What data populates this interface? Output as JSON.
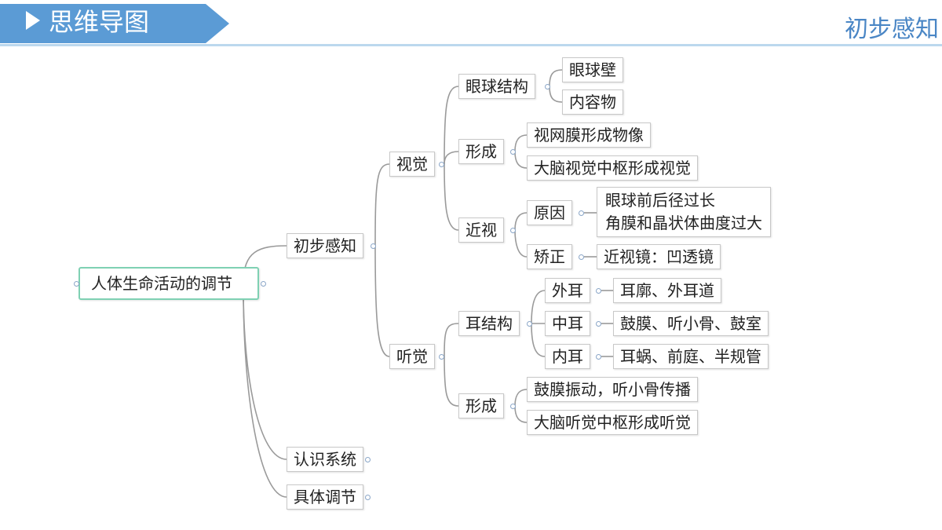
{
  "header": {
    "title": "思维导图",
    "subtitle": "初步感知"
  },
  "colors": {
    "banner": "#5b9bd5",
    "accent_line": "#bcd8ee",
    "root_border": "#7fd1b3",
    "connector": "#9a9a9a"
  },
  "mindmap": {
    "root": "人体生命活动的调节",
    "l1_chubu": "初步感知",
    "l1_renshi": "认识系统",
    "l1_juti": "具体调节",
    "shijue": "视觉",
    "tingjue": "听觉",
    "yanqiu_jiegou": "眼球结构",
    "yanqiubi": "眼球壁",
    "neirongwu": "内容物",
    "xingcheng_v": "形成",
    "shiwangmo": "视网膜形成物像",
    "danao_shijue": "大脑视觉中枢形成视觉",
    "jinshi": "近视",
    "yuanyin": "原因",
    "yuanyin_1": "眼球前后径过长",
    "yuanyin_2": "角膜和晶状体曲度过大",
    "jiaozheng": "矫正",
    "jinshijing": "近视镜：凹透镜",
    "er_jiegou": "耳结构",
    "waier": "外耳",
    "waier_d": "耳廓、外耳道",
    "zhonger": "中耳",
    "zhonger_d": "鼓膜、听小骨、鼓室",
    "neier": "内耳",
    "neier_d": "耳蜗、前庭、半规管",
    "xingcheng_a": "形成",
    "gumo": "鼓膜振动，听小骨传播",
    "danao_tingjue": "大脑听觉中枢形成听觉"
  }
}
